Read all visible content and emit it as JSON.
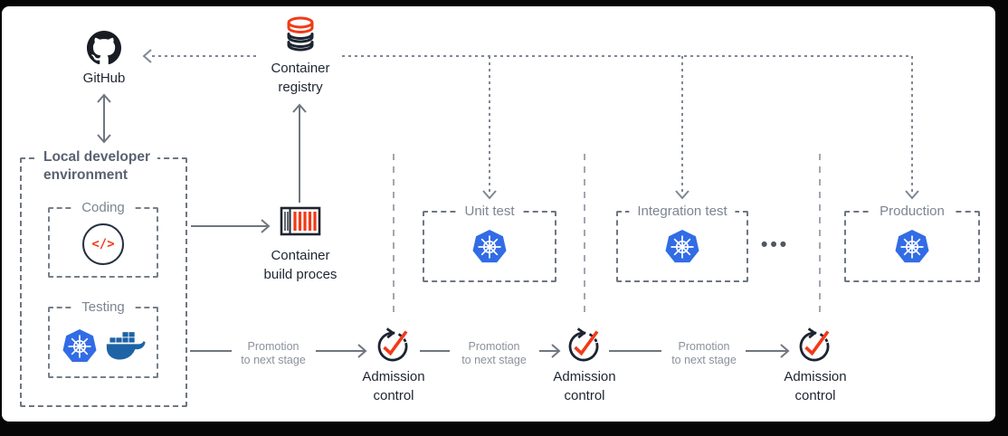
{
  "diagram": {
    "github": {
      "label": "GitHub"
    },
    "registry": {
      "label_line1": "Container",
      "label_line2": "registry"
    },
    "build": {
      "label_line1": "Container",
      "label_line2": "build proces"
    },
    "local_env": {
      "title_line1": "Local developer",
      "title_line2": "environment",
      "coding": {
        "label": "Coding",
        "code_glyph": "</>"
      },
      "testing": {
        "label": "Testing"
      }
    },
    "stages": [
      {
        "label": "Unit test"
      },
      {
        "label": "Integration test"
      },
      {
        "label": "Production"
      }
    ],
    "admission_control": {
      "label_line1": "Admission",
      "label_line2": "control"
    },
    "promotion": {
      "label_line1": "Promotion",
      "label_line2": "to next stage"
    },
    "ellipsis": "•••",
    "colors": {
      "accent_red": "#f23a17",
      "navy": "#1d2431",
      "kubernetes_blue": "#326ce5",
      "docker_blue": "#1d63a5",
      "github_black": "#191d23",
      "gray_label": "#7c8591",
      "arrow_gray": "#6f7680"
    }
  }
}
